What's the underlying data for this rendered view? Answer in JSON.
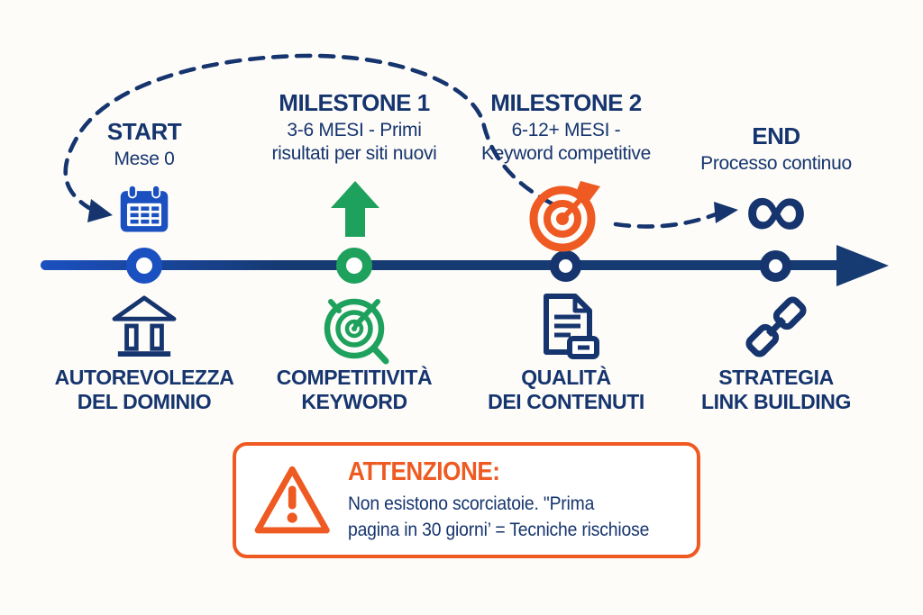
{
  "colors": {
    "navy": "#16356e",
    "royal": "#1b50c0",
    "green": "#1ea15c",
    "orange": "#ee5a21",
    "timeline": "#163a72",
    "bg": "#fdfcf9"
  },
  "timeline": {
    "top_items": [
      {
        "id": "start",
        "title": "START",
        "subtitle": "Mese 0",
        "icon": "calendar-icon"
      },
      {
        "id": "milestone-1",
        "title": "MILESTONE 1",
        "subtitle": "3-6 MESI - Primi\nrisultati per siti nuovi",
        "icon": "arrow-up-icon"
      },
      {
        "id": "milestone-2",
        "title": "MILESTONE 2",
        "subtitle": "6-12+ MESI -\nKeyword competitive",
        "icon": "target-dart-icon"
      },
      {
        "id": "end",
        "title": "END",
        "subtitle": "Processo continuo",
        "icon": "infinity-icon"
      }
    ],
    "bottom_items": [
      {
        "label": "AUTOREVOLEZZA\nDEL DOMINIO",
        "icon": "bank-icon"
      },
      {
        "label": "COMPETITIVITÀ\nKEYWORD",
        "icon": "target-icon"
      },
      {
        "label": "QUALITÀ\nDEI CONTENUTI",
        "icon": "document-icon"
      },
      {
        "label": "STRATEGIA\nLINK BUILDING",
        "icon": "chain-link-icon"
      }
    ]
  },
  "glyphs": {
    "infinity": "∞"
  },
  "warning": {
    "title": "ATTENZIONE:",
    "body": "Non esistono scorciatoie. \"Prima\npagina in 30 giorni’ = Tecniche rischiose",
    "icon": "warning-triangle-icon"
  }
}
